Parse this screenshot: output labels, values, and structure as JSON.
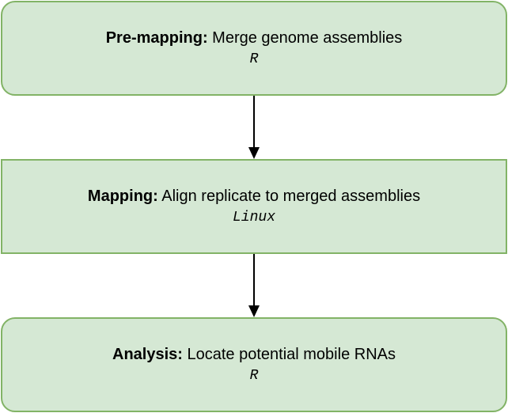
{
  "nodes": [
    {
      "stage": "Pre-mapping:",
      "description": " Merge genome assemblies",
      "tool": "R"
    },
    {
      "stage": "Mapping:",
      "description": " Align replicate to merged assemblies",
      "tool": "Linux"
    },
    {
      "stage": "Analysis:",
      "description": " Locate potential mobile RNAs",
      "tool": "R"
    }
  ],
  "colors": {
    "node_fill": "#d5e8d4",
    "node_border": "#82b366",
    "arrow": "#000000"
  }
}
